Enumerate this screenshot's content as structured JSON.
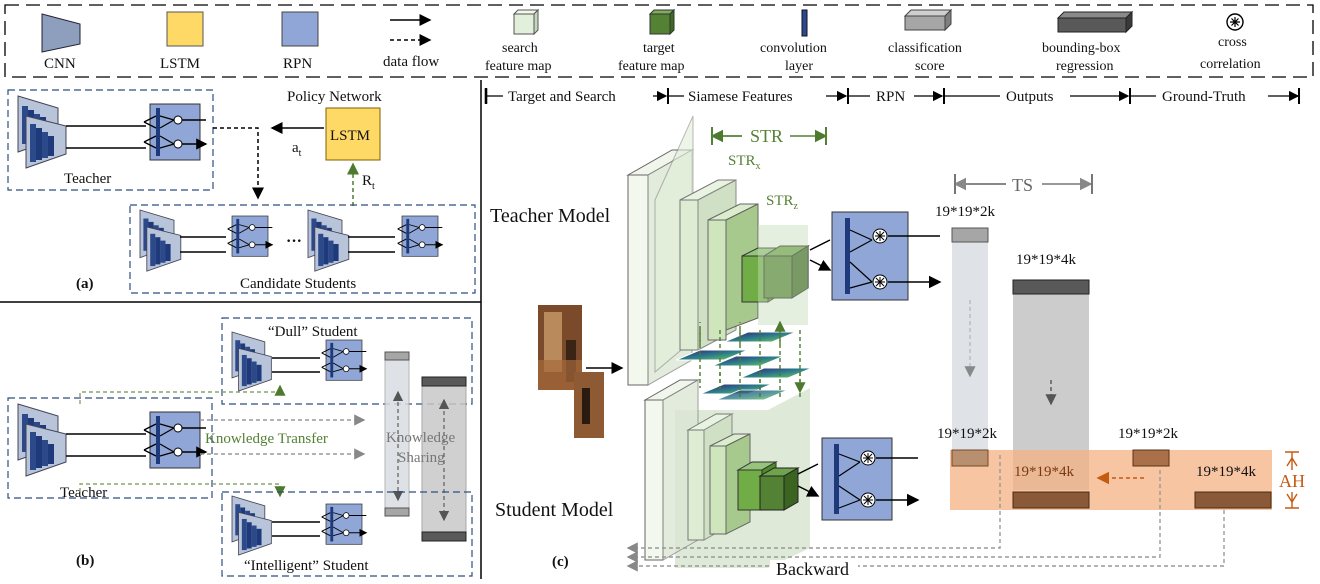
{
  "legend": {
    "cnn": "CNN",
    "lstm": "LSTM",
    "rpn": "RPN",
    "data_flow": "data flow",
    "search_fm_1": "search",
    "search_fm_2": "feature map",
    "target_fm_1": "target",
    "target_fm_2": "feature map",
    "conv_1": "convolution",
    "conv_2": "layer",
    "cls_1": "classification",
    "cls_2": "score",
    "bbox_1": "bounding-box",
    "bbox_2": "regression",
    "xcorr_1": "cross",
    "xcorr_2": "correlation"
  },
  "colors": {
    "cnn": "#8e9fbe",
    "cnn_dark": "#1f3a7a",
    "lstm": "#ffd966",
    "rpn": "#8fa6d6",
    "search_fm": "#e2efda",
    "target_fm": "#548235",
    "cls_score": "#a6a6a6",
    "bbox": "#595959",
    "orange": "#c55a11",
    "green_label": "#548235"
  },
  "panel_a": {
    "policy_network": "Policy Network",
    "lstm": "LSTM",
    "a_t": "a",
    "a_t_sub": "t",
    "r_t": "R",
    "r_t_sub": "t",
    "teacher": "Teacher",
    "ellipsis": "···",
    "candidate_students": "Candidate Students",
    "tag": "(a)"
  },
  "panel_b": {
    "dull_student": "“Dull” Student",
    "teacher": "Teacher",
    "knowledge_transfer": "Knowledge Transfer",
    "knowledge_sharing_1": "Knowledge",
    "knowledge_sharing_2": "Sharing",
    "intelligent_student": "“Intelligent” Student",
    "tag": "(b)"
  },
  "panel_c": {
    "stage_1": "Target and Search",
    "stage_2": "Siamese Features",
    "stage_3": "RPN",
    "stage_4": "Outputs",
    "stage_5": "Ground-Truth",
    "str": "STR",
    "str_x": "STR",
    "str_x_sub": "x",
    "str_z": "STR",
    "str_z_sub": "z",
    "ts": "TS",
    "teacher_model": "Teacher Model",
    "student_model": "Student  Model",
    "teacher_cls_dim": "19*19*2k",
    "teacher_bbox_dim": "19*19*4k",
    "student_cls_dim": "19*19*2k",
    "student_bbox_dim": "19*19*4k",
    "gt_cls_dim": "19*19*2k",
    "gt_bbox_dim": "19*19*4k",
    "ah": "AH",
    "backward": "Backward",
    "tag": "(c)"
  }
}
